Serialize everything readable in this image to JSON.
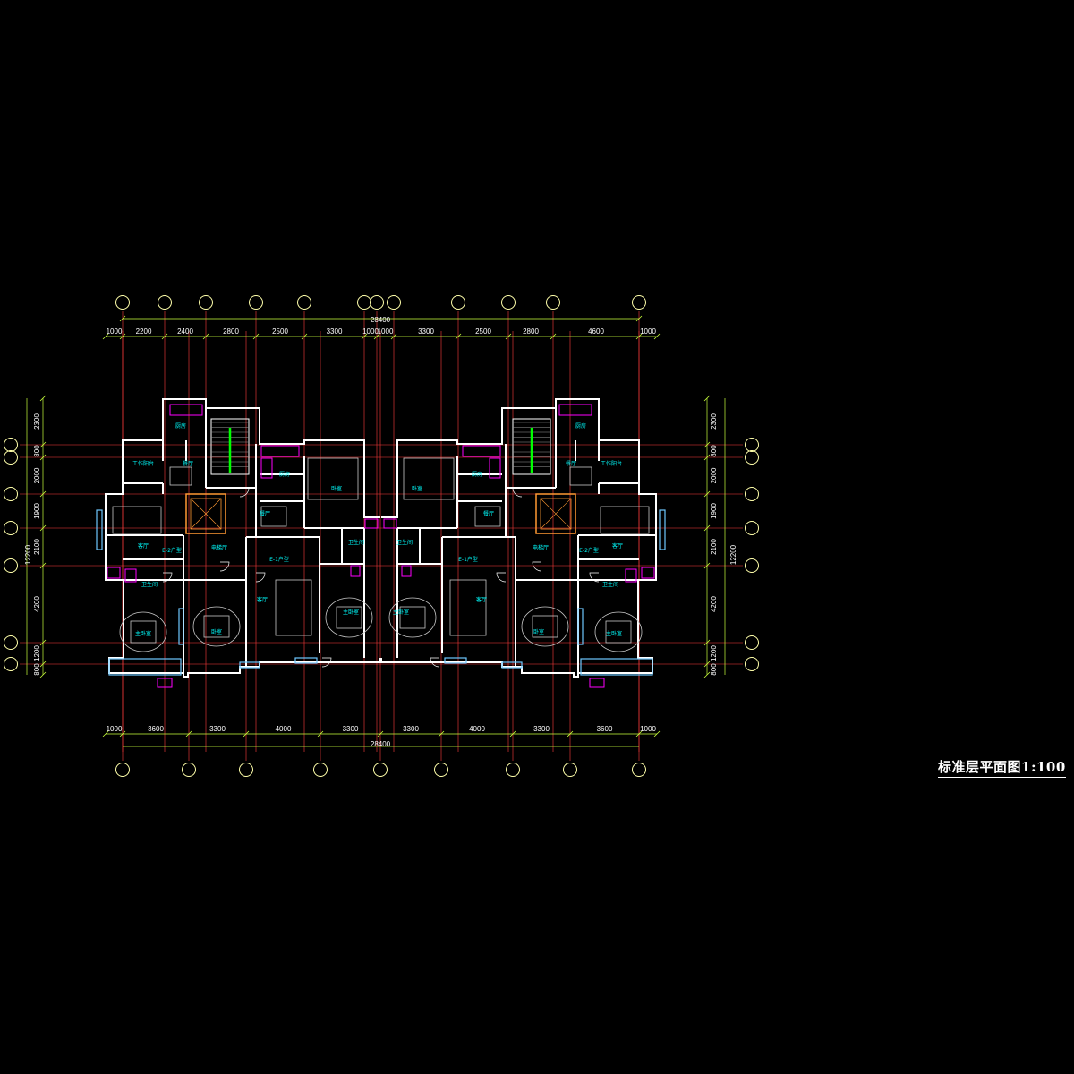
{
  "drawing": {
    "title": "标准层平面图1:100"
  },
  "dimensions": {
    "top_overall": "28400",
    "top_segments": [
      "1000",
      "2200",
      "2400",
      "2800",
      "2500",
      "3300",
      "1000",
      "1000",
      "3300",
      "2500",
      "2800",
      "4600",
      "1000"
    ],
    "bottom_overall": "28400",
    "bottom_segments": [
      "1000",
      "3600",
      "3300",
      "4000",
      "3300",
      "3300",
      "4000",
      "3300",
      "3600",
      "1000"
    ],
    "left_segments": [
      "2300",
      "800",
      "2000",
      "1900",
      "2100",
      "4200",
      "1200",
      "800"
    ],
    "left_overall": "12200",
    "right_segments": [
      "2300",
      "800",
      "2000",
      "1900",
      "2100",
      "4200",
      "1200",
      "800"
    ],
    "right_overall": "12200"
  },
  "colors": {
    "background": "#000000",
    "wall": "#ffffff",
    "axis": "#ff3c3c",
    "dimension": "#c8ff3c",
    "bubble": "#ffffaa",
    "room_text": "#00ffff",
    "fixture": "#ff00ff",
    "elevator": "#ff9933",
    "window": "#6ec8ff",
    "furniture": "#c8c8c8",
    "stair": "#00ff00"
  },
  "rooms": {
    "kitchen": "厨房",
    "dining": "餐厅",
    "living": "客厅",
    "master_bedroom": "主卧室",
    "bedroom": "卧室",
    "bathroom": "卫生间",
    "work_balcony": "工作阳台",
    "elevator_hall": "电梯厅",
    "unit_tag_a": "E-1户型",
    "unit_tag_b": "E-2户型"
  }
}
